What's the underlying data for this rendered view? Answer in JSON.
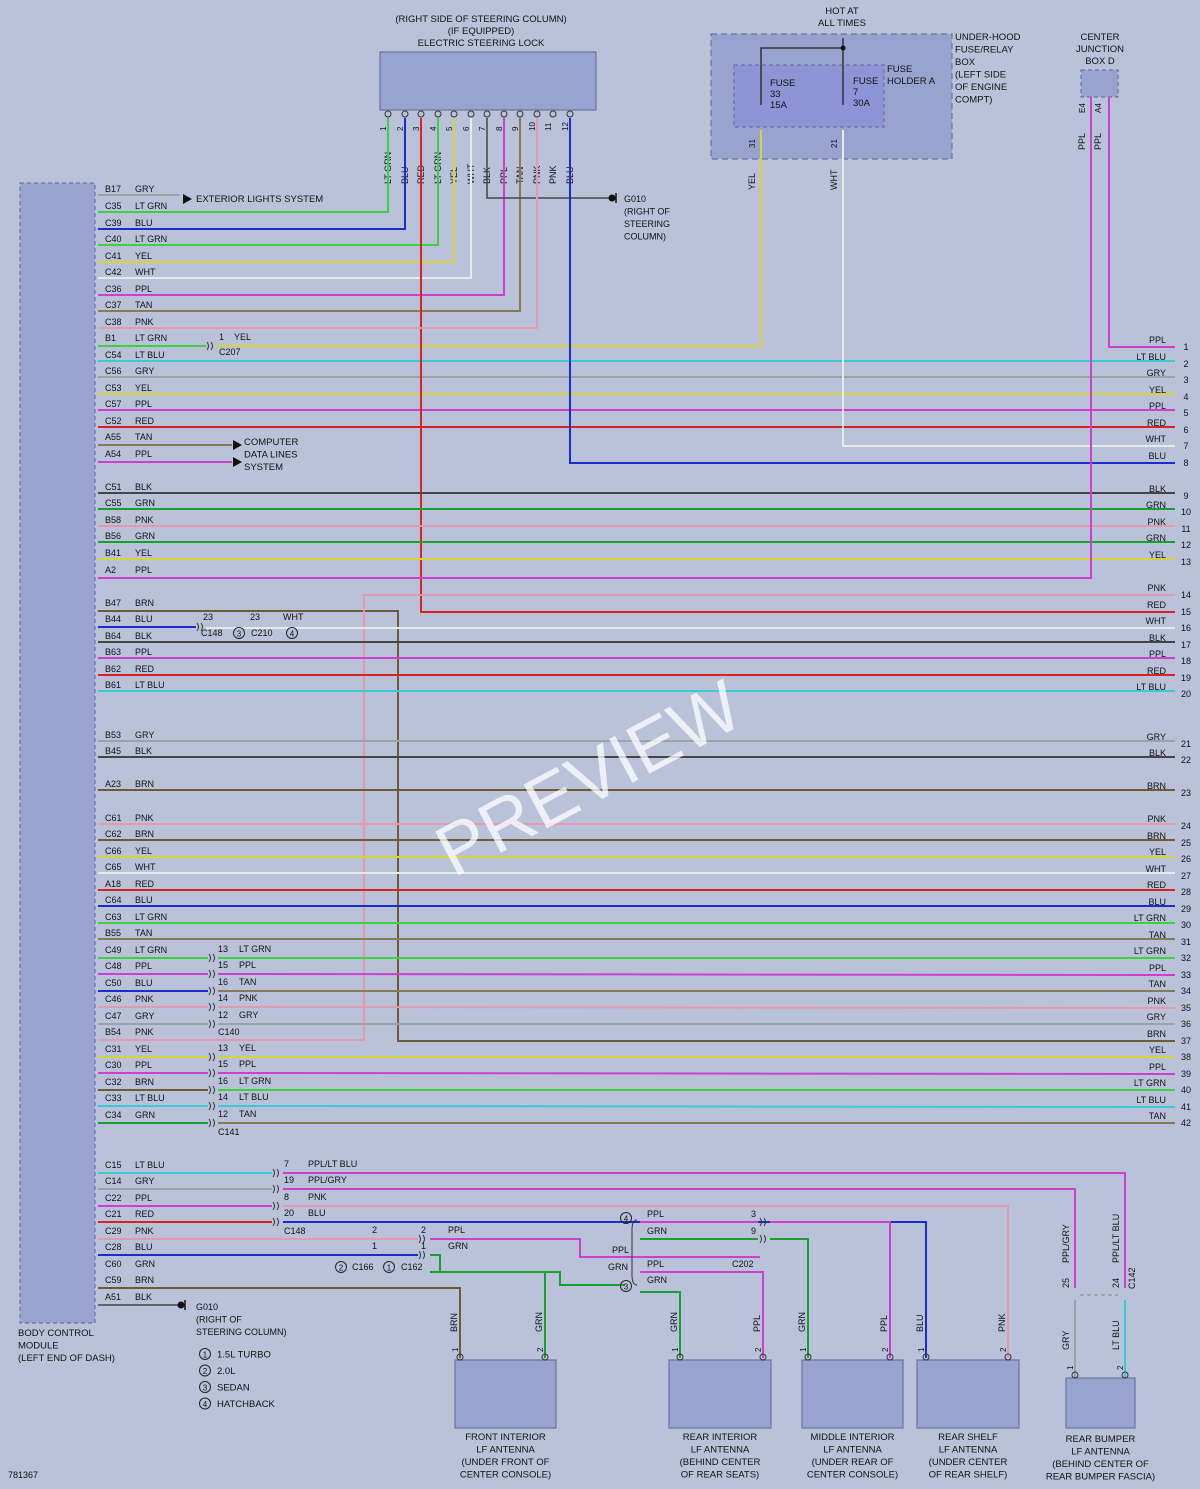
{
  "colors": {
    "background": "#b9c2d9",
    "component": "#98a3cf",
    "LT GRN": "#3fcf3f",
    "BLU": "#1b2ccc",
    "RED": "#d42424",
    "YEL": "#d6d43a",
    "WHT": "#e9e9e9",
    "BLK": "#454545",
    "PPL": "#cf3fcf",
    "TAN": "#877a56",
    "PNK": "#e49aae",
    "GRY": "#9ca3a7",
    "LT BLU": "#3cc9d6",
    "GRN": "#17a02e",
    "BRN": "#6e5a35",
    "PPL/LT BLU": "#cf3fcf",
    "PPL/GRY": "#cf3fcf"
  },
  "top": {
    "steering_lock": [
      "(RIGHT SIDE OF STEERING COLUMN)",
      "(IF EQUIPPED)",
      "ELECTRIC STEERING LOCK"
    ],
    "steering_lock_pins": [
      {
        "pin": "1",
        "color": "LT GRN"
      },
      {
        "pin": "2",
        "color": "BLU"
      },
      {
        "pin": "3",
        "color": "RED"
      },
      {
        "pin": "4",
        "color": "LT GRN"
      },
      {
        "pin": "5",
        "color": "YEL"
      },
      {
        "pin": "6",
        "color": "WHT"
      },
      {
        "pin": "7",
        "color": "BLK"
      },
      {
        "pin": "8",
        "color": "PPL"
      },
      {
        "pin": "9",
        "color": "TAN"
      },
      {
        "pin": "10",
        "color": "PNK"
      },
      {
        "pin": "11",
        "color": "PNK"
      },
      {
        "pin": "12",
        "color": "BLU"
      }
    ],
    "hot_at_all_times": [
      "HOT AT",
      "ALL TIMES"
    ],
    "underhood_box": [
      "UNDER-HOOD",
      "FUSE/RELAY",
      "BOX",
      "(LEFT SIDE",
      "OF ENGINE",
      "COMPT)"
    ],
    "fuse_holder": [
      "FUSE",
      "HOLDER A"
    ],
    "fuse1": [
      "FUSE",
      "33",
      "15A"
    ],
    "fuse2": [
      "FUSE",
      "7",
      "30A"
    ],
    "fuse_pins": [
      "31",
      "21"
    ],
    "fuse_wire_colors": [
      "YEL",
      "WHT"
    ],
    "center_junction": [
      "CENTER",
      "JUNCTION",
      "BOX D"
    ],
    "cj_pins": [
      "E4",
      "A4"
    ],
    "cj_wire_colors": [
      "PPL",
      "PPL"
    ],
    "g010_top": [
      "G010",
      "(RIGHT OF",
      "STEERING",
      "COLUMN)"
    ],
    "exterior_lights": "EXTERIOR LIGHTS SYSTEM",
    "computer_data": [
      "COMPUTER",
      "DATA LINES",
      "SYSTEM"
    ]
  },
  "bcm": {
    "label": [
      "BODY CONTROL",
      "MODULE",
      "(LEFT END OF DASH)"
    ],
    "pins": [
      {
        "pin": "B17",
        "color": "GRY"
      },
      {
        "pin": "C35",
        "color": "LT GRN"
      },
      {
        "pin": "C39",
        "color": "BLU"
      },
      {
        "pin": "C40",
        "color": "LT GRN"
      },
      {
        "pin": "C41",
        "color": "YEL"
      },
      {
        "pin": "C42",
        "color": "WHT"
      },
      {
        "pin": "C36",
        "color": "PPL"
      },
      {
        "pin": "C37",
        "color": "TAN"
      },
      {
        "pin": "C38",
        "color": "PNK"
      },
      {
        "pin": "B1",
        "color": "LT GRN"
      },
      {
        "pin": "C54",
        "color": "LT BLU"
      },
      {
        "pin": "C56",
        "color": "GRY"
      },
      {
        "pin": "C53",
        "color": "YEL"
      },
      {
        "pin": "C57",
        "color": "PPL"
      },
      {
        "pin": "C52",
        "color": "RED"
      },
      {
        "pin": "A55",
        "color": "TAN"
      },
      {
        "pin": "A54",
        "color": "PPL"
      },
      {
        "pin": "C51",
        "color": "BLK"
      },
      {
        "pin": "C55",
        "color": "GRN"
      },
      {
        "pin": "B58",
        "color": "PNK"
      },
      {
        "pin": "B56",
        "color": "GRN"
      },
      {
        "pin": "B41",
        "color": "YEL"
      },
      {
        "pin": "A2",
        "color": "PPL"
      },
      {
        "pin": "B47",
        "color": "BRN"
      },
      {
        "pin": "B44",
        "color": "BLU"
      },
      {
        "pin": "B64",
        "color": "BLK"
      },
      {
        "pin": "B63",
        "color": "PPL"
      },
      {
        "pin": "B62",
        "color": "RED"
      },
      {
        "pin": "B61",
        "color": "LT BLU"
      },
      {
        "pin": "B53",
        "color": "GRY"
      },
      {
        "pin": "B45",
        "color": "BLK"
      },
      {
        "pin": "A23",
        "color": "BRN"
      },
      {
        "pin": "C61",
        "color": "PNK"
      },
      {
        "pin": "C62",
        "color": "BRN"
      },
      {
        "pin": "C66",
        "color": "YEL"
      },
      {
        "pin": "C65",
        "color": "WHT"
      },
      {
        "pin": "A18",
        "color": "RED"
      },
      {
        "pin": "C64",
        "color": "BLU"
      },
      {
        "pin": "C63",
        "color": "LT GRN"
      },
      {
        "pin": "B55",
        "color": "TAN"
      },
      {
        "pin": "C49",
        "color": "LT GRN"
      },
      {
        "pin": "C48",
        "color": "PPL"
      },
      {
        "pin": "C50",
        "color": "BLU"
      },
      {
        "pin": "C46",
        "color": "PNK"
      },
      {
        "pin": "C47",
        "color": "GRY"
      },
      {
        "pin": "B54",
        "color": "PNK"
      },
      {
        "pin": "C31",
        "color": "YEL"
      },
      {
        "pin": "C30",
        "color": "PPL"
      },
      {
        "pin": "C32",
        "color": "BRN"
      },
      {
        "pin": "C33",
        "color": "LT BLU"
      },
      {
        "pin": "C34",
        "color": "GRN"
      },
      {
        "pin": "C15",
        "color": "LT BLU"
      },
      {
        "pin": "C14",
        "color": "GRY"
      },
      {
        "pin": "C22",
        "color": "PPL"
      },
      {
        "pin": "C21",
        "color": "RED"
      },
      {
        "pin": "C29",
        "color": "PNK"
      },
      {
        "pin": "C28",
        "color": "BLU"
      },
      {
        "pin": "C60",
        "color": "GRN"
      },
      {
        "pin": "C59",
        "color": "BRN"
      },
      {
        "pin": "A51",
        "color": "BLK"
      }
    ]
  },
  "right_connector": {
    "rows": [
      {
        "num": "1",
        "color": "PPL"
      },
      {
        "num": "2",
        "color": "LT BLU"
      },
      {
        "num": "3",
        "color": "GRY"
      },
      {
        "num": "4",
        "color": "YEL"
      },
      {
        "num": "5",
        "color": "PPL"
      },
      {
        "num": "6",
        "color": "RED"
      },
      {
        "num": "7",
        "color": "WHT"
      },
      {
        "num": "8",
        "color": "BLU"
      },
      {
        "num": "9",
        "color": "BLK"
      },
      {
        "num": "10",
        "color": "GRN"
      },
      {
        "num": "11",
        "color": "PNK"
      },
      {
        "num": "12",
        "color": "GRN"
      },
      {
        "num": "13",
        "color": "YEL"
      },
      {
        "num": "14",
        "color": "PNK"
      },
      {
        "num": "15",
        "color": "RED"
      },
      {
        "num": "16",
        "color": "WHT"
      },
      {
        "num": "17",
        "color": "BLK"
      },
      {
        "num": "18",
        "color": "PPL"
      },
      {
        "num": "19",
        "color": "RED"
      },
      {
        "num": "20",
        "color": "LT BLU"
      },
      {
        "num": "21",
        "color": "GRY"
      },
      {
        "num": "22",
        "color": "BLK"
      },
      {
        "num": "23",
        "color": "BRN"
      },
      {
        "num": "24",
        "color": "PNK"
      },
      {
        "num": "25",
        "color": "BRN"
      },
      {
        "num": "26",
        "color": "YEL"
      },
      {
        "num": "27",
        "color": "WHT"
      },
      {
        "num": "28",
        "color": "RED"
      },
      {
        "num": "29",
        "color": "BLU"
      },
      {
        "num": "30",
        "color": "LT GRN"
      },
      {
        "num": "31",
        "color": "TAN"
      },
      {
        "num": "32",
        "color": "LT GRN"
      },
      {
        "num": "33",
        "color": "PPL"
      },
      {
        "num": "34",
        "color": "TAN"
      },
      {
        "num": "35",
        "color": "PNK"
      },
      {
        "num": "36",
        "color": "GRY"
      },
      {
        "num": "37",
        "color": "BRN"
      },
      {
        "num": "38",
        "color": "YEL"
      },
      {
        "num": "39",
        "color": "PPL"
      },
      {
        "num": "40",
        "color": "LT GRN"
      },
      {
        "num": "41",
        "color": "LT BLU"
      },
      {
        "num": "42",
        "color": "TAN"
      }
    ]
  },
  "inline": {
    "c207": {
      "pin": "1",
      "color": "YEL",
      "name": "C207"
    },
    "c148_c210": {
      "pin1": "23",
      "pin2": "23",
      "color": "WHT",
      "name1": "C148",
      "name2": "C210",
      "m1": "3",
      "m2": "4"
    },
    "c140": {
      "name": "C140",
      "rows": [
        {
          "pin": "13",
          "color": "LT GRN"
        },
        {
          "pin": "15",
          "color": "PPL"
        },
        {
          "pin": "16",
          "color": "TAN"
        },
        {
          "pin": "14",
          "color": "PNK"
        },
        {
          "pin": "12",
          "color": "GRY"
        }
      ]
    },
    "c141": {
      "name": "C141",
      "rows": [
        {
          "pin": "13",
          "color": "YEL"
        },
        {
          "pin": "15",
          "color": "PPL"
        },
        {
          "pin": "16",
          "color": "LT GRN"
        },
        {
          "pin": "14",
          "color": "LT BLU"
        },
        {
          "pin": "12",
          "color": "TAN"
        }
      ]
    },
    "c148b": {
      "name": "C148",
      "rows": [
        {
          "pin": "7",
          "color": "PPL/LT BLU"
        },
        {
          "pin": "19",
          "color": "PPL/GRY"
        },
        {
          "pin": "8",
          "color": "PNK"
        },
        {
          "pin": "20",
          "color": "BLU"
        }
      ]
    },
    "c166_c162": {
      "pins_a": [
        "2",
        "1"
      ],
      "pins_b": [
        "2",
        "1"
      ],
      "colors": [
        "PPL",
        "GRN"
      ],
      "name1": "C166",
      "name2": "C162",
      "m1": "2",
      "m2": "1"
    },
    "c202": {
      "name": "C202",
      "pins": [
        "3",
        "9"
      ],
      "left_colors": [
        "PPL",
        "GRN"
      ],
      "upper": {
        "marker": "4",
        "colors": [
          "PPL",
          "GRN"
        ]
      },
      "lower": {
        "marker": "3",
        "colors": [
          "PPL",
          "GRN"
        ]
      }
    },
    "c142": {
      "name": "C142",
      "pins": [
        "25",
        "24"
      ],
      "top_colors": [
        "PPL/GRY",
        "PPL/LT BLU"
      ],
      "bottom_colors": [
        "GRY",
        "LT BLU"
      ]
    }
  },
  "bottom": {
    "g010": [
      "G010",
      "(RIGHT OF",
      "STEERING COLUMN)"
    ],
    "legend": [
      {
        "marker": "1",
        "text": "1.5L TURBO"
      },
      {
        "marker": "2",
        "text": "2.0L"
      },
      {
        "marker": "3",
        "text": "SEDAN"
      },
      {
        "marker": "4",
        "text": "HATCHBACK"
      }
    ],
    "antennas": [
      {
        "label": [
          "FRONT INTERIOR",
          "LF ANTENNA",
          "(UNDER FRONT OF",
          "CENTER CONSOLE)"
        ],
        "wires": [
          "BRN",
          "GRN"
        ]
      },
      {
        "label": [
          "REAR INTERIOR",
          "LF ANTENNA",
          "(BEHIND CENTER",
          "OF REAR SEATS)"
        ],
        "wires": [
          "GRN",
          "PPL"
        ]
      },
      {
        "label": [
          "MIDDLE INTERIOR",
          "LF ANTENNA",
          "(UNDER REAR OF",
          "CENTER CONSOLE)"
        ],
        "wires": [
          "GRN",
          "PPL"
        ]
      },
      {
        "label": [
          "REAR SHELF",
          "LF ANTENNA",
          "(UNDER CENTER",
          "OF REAR SHELF)"
        ],
        "wires": [
          "BLU",
          "PNK"
        ]
      },
      {
        "label": [
          "REAR BUMPER",
          "LF ANTENNA",
          "(BEHIND CENTER OF",
          "REAR BUMPER FASCIA)"
        ],
        "wires": [
          "GRY",
          "LT BLU"
        ]
      }
    ],
    "pin_labels": [
      "1",
      "2"
    ],
    "diagram_id": "781367",
    "watermark": "PREVIEW"
  }
}
